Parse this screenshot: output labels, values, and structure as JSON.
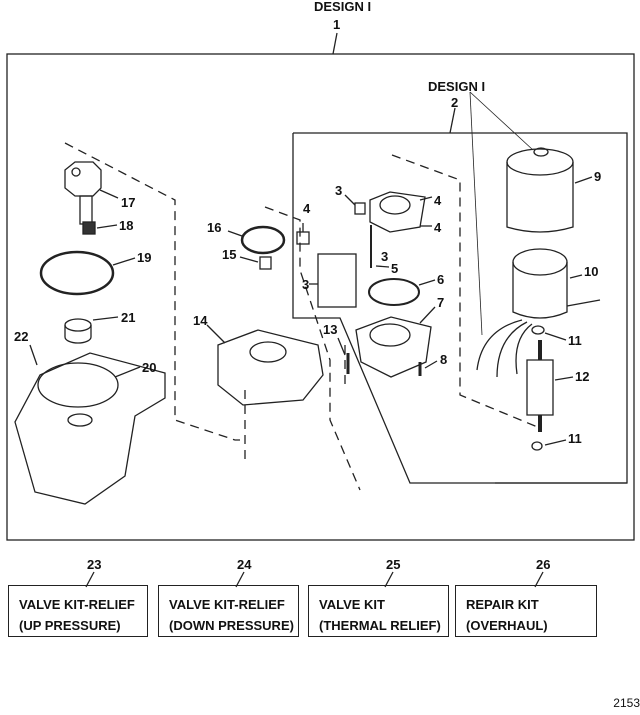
{
  "diagram": {
    "top_design_label": "DESIGN I",
    "top_design_number": "1",
    "inner_design_label": "DESIGN I",
    "inner_design_number": "2",
    "figure_number": "2153",
    "callouts": [
      {
        "id": "17",
        "text": "17"
      },
      {
        "id": "18",
        "text": "18"
      },
      {
        "id": "19",
        "text": "19"
      },
      {
        "id": "21",
        "text": "21"
      },
      {
        "id": "22",
        "text": "22"
      },
      {
        "id": "20",
        "text": "20"
      },
      {
        "id": "16",
        "text": "16"
      },
      {
        "id": "15",
        "text": "15"
      },
      {
        "id": "14",
        "text": "14"
      },
      {
        "id": "4a",
        "text": "4"
      },
      {
        "id": "3a",
        "text": "3"
      },
      {
        "id": "4b",
        "text": "4"
      },
      {
        "id": "4c",
        "text": "4"
      },
      {
        "id": "3b",
        "text": "3"
      },
      {
        "id": "5",
        "text": "5"
      },
      {
        "id": "3c",
        "text": "3"
      },
      {
        "id": "6",
        "text": "6"
      },
      {
        "id": "7",
        "text": "7"
      },
      {
        "id": "13",
        "text": "13"
      },
      {
        "id": "8",
        "text": "8"
      },
      {
        "id": "9",
        "text": "9"
      },
      {
        "id": "10",
        "text": "10"
      },
      {
        "id": "11a",
        "text": "11"
      },
      {
        "id": "12",
        "text": "12"
      },
      {
        "id": "11b",
        "text": "11"
      }
    ],
    "kits": [
      {
        "number": "23",
        "line1": "VALVE KIT-RELIEF",
        "line2": "(UP PRESSURE)"
      },
      {
        "number": "24",
        "line1": "VALVE KIT-RELIEF",
        "line2": "(DOWN PRESSURE)"
      },
      {
        "number": "25",
        "line1": "VALVE KIT",
        "line2": "(THERMAL RELIEF)"
      },
      {
        "number": "26",
        "line1": "REPAIR KIT",
        "line2": "(OVERHAUL)"
      }
    ]
  }
}
